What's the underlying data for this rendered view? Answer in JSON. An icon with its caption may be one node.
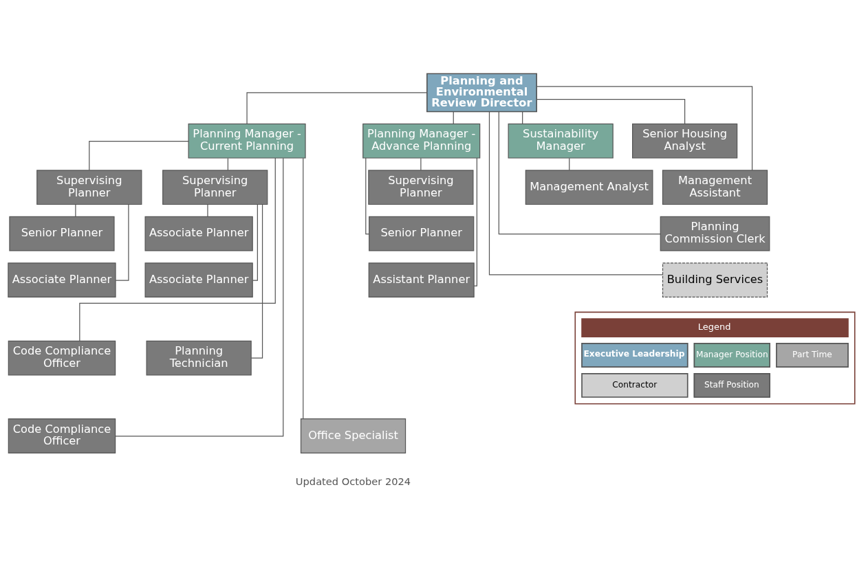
{
  "diagram": {
    "nodes": [
      {
        "text": [
          "Planning and Environmental Review Director"
        ]
      },
      {
        "text": [
          "Planning Manager - Current Planning"
        ]
      },
      {
        "text": [
          "Planning Manager - Advance Planning"
        ]
      },
      {
        "text": [
          "Sustainability Manager"
        ]
      },
      {
        "text": [
          "Supervising  Planner"
        ]
      },
      {
        "text": [
          "Supervising  Planner"
        ]
      },
      {
        "text": [
          "Senior Planner"
        ]
      },
      {
        "text": [
          "Associate Planner"
        ]
      },
      {
        "text": [
          "Associate Planner"
        ]
      },
      {
        "text": [
          "Associate Planner"
        ]
      },
      {
        "text": [
          "Planning Technician"
        ]
      },
      {
        "text": [
          "Code Compliance Officer"
        ]
      },
      {
        "text": [
          "Code Compliance Officer"
        ]
      },
      {
        "text": [
          "Office Specialist"
        ]
      },
      {
        "text": [
          "Supervising Planner"
        ]
      },
      {
        "text": [
          "Senior Planner"
        ]
      },
      {
        "text": [
          "Assistant Planner"
        ]
      },
      {
        "text": [
          "Management Analyst"
        ]
      },
      {
        "text": [
          "Senior Housing Analyst"
        ]
      },
      {
        "text": [
          "Management Assistant"
        ]
      },
      {
        "text": [
          "Planning Commission Clerk"
        ]
      },
      {
        "text": [
          "Building Services"
        ]
      }
    ],
    "edges": [
      {
        "from": 0,
        "to": 1,
        "arrow": "none"
      },
      {
        "from": 0,
        "to": 2,
        "arrow": "none"
      },
      {
        "from": 0,
        "to": 3,
        "arrow": "none"
      },
      {
        "from": 0,
        "to": 18,
        "arrow": "none"
      },
      {
        "from": 0,
        "to": 19,
        "arrow": "none"
      },
      {
        "from": 0,
        "to": 20,
        "arrow": "none"
      },
      {
        "from": 0,
        "to": 21,
        "arrow": "none"
      },
      {
        "from": 1,
        "to": 4,
        "arrow": "none"
      },
      {
        "from": 1,
        "to": 5,
        "arrow": "none"
      },
      {
        "from": 1,
        "to": 11,
        "arrow": "none"
      },
      {
        "from": 1,
        "to": 12,
        "arrow": "none"
      },
      {
        "from": 1,
        "to": 13,
        "arrow": "none"
      },
      {
        "from": 4,
        "to": 6,
        "arrow": "none"
      },
      {
        "from": 4,
        "to": 7,
        "arrow": "none"
      },
      {
        "from": 5,
        "to": 8,
        "arrow": "none"
      },
      {
        "from": 5,
        "to": 9,
        "arrow": "none"
      },
      {
        "from": 5,
        "to": 10,
        "arrow": "none"
      },
      {
        "from": 2,
        "to": 14,
        "arrow": "none"
      },
      {
        "from": 2,
        "to": 15,
        "arrow": "none"
      },
      {
        "from": 2,
        "to": 16,
        "arrow": "none"
      },
      {
        "from": 3,
        "to": 17,
        "arrow": "none"
      }
    ],
    "labels": [
      "Legend",
      "Updated October 2024"
    ],
    "legend": [
      {
        "text": "Executive Leadership",
        "color": "#7fa7bd"
      },
      {
        "text": "Manager Position",
        "color": "#78a89a"
      },
      {
        "text": "Part Time",
        "color": "#a6a6a6"
      },
      {
        "text": "Contractor",
        "color": "#d0d0d0"
      },
      {
        "text": "Staff Position",
        "color": "#7a7a7a"
      }
    ]
  }
}
